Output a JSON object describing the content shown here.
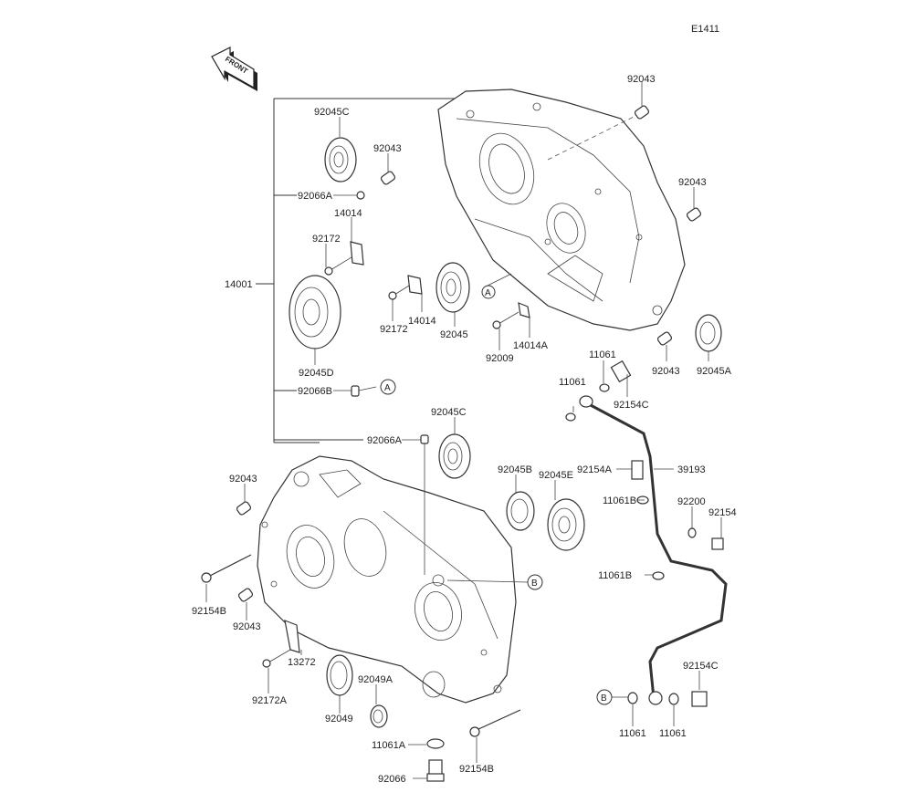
{
  "diagram_code": "E1411",
  "front_arrow_text": "FRONT",
  "callouts": {
    "a": "A",
    "b": "B"
  },
  "labels": {
    "p92043_top": "92043",
    "p92045C_top": "92045C",
    "p92043_mid": "92043",
    "p92066A_top": "92066A",
    "p14014_top": "14014",
    "p92172_top": "92172",
    "p14001": "14001",
    "p92172_mid": "92172",
    "p14014_mid": "14014",
    "p92045": "92045",
    "p92009": "92009",
    "p14014A": "14014A",
    "p92043_right1": "92043",
    "p92043_right2": "92043",
    "p92045A": "92045A",
    "p92045D": "92045D",
    "p92066B": "92066B",
    "p11061_a": "11061",
    "p11061_b": "11061",
    "p92154C_top": "92154C",
    "p92045C_low": "92045C",
    "p92066A_low": "92066A",
    "p92154A": "92154A",
    "p39193": "39193",
    "p92045B": "92045B",
    "p92045E": "92045E",
    "p92043_lowleft": "92043",
    "p11061B_a": "11061B",
    "p92200": "92200",
    "p92154": "92154",
    "p11061B_b": "11061B",
    "p92154B_left": "92154B",
    "p92043_low2": "92043",
    "p13272": "13272",
    "p92172A": "92172A",
    "p92049": "92049",
    "p92049A": "92049A",
    "p92154C_low": "92154C",
    "p11061_c": "11061",
    "p11061_d": "11061",
    "p11061A": "11061A",
    "p92154B_low": "92154B",
    "p92066": "92066"
  }
}
